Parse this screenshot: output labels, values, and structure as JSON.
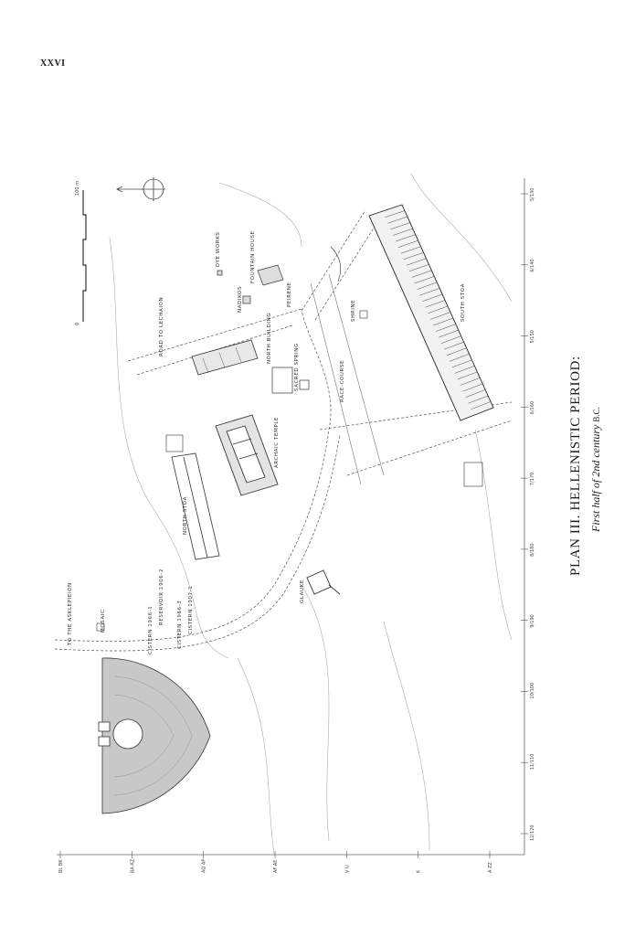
{
  "page": {
    "number": "XXVI"
  },
  "caption": {
    "title": "PLAN III. HELLENISTIC PERIOD:",
    "subtitle_main": "First half of 2nd century",
    "subtitle_era": "B.C."
  },
  "plan": {
    "scale_label": "100 m",
    "scale_zero": "0",
    "labels": {
      "to_asklepieion": "TO THE ASKLEPIEION",
      "mosaic": "MOSAIC",
      "cistern_1966_1": "CISTERN 1966-1",
      "reservoir": "RESERVOIR 1906-2",
      "cistern_1966_3": "CISTERN 1966-3",
      "cistern_1907_1": "CISTERN 1907-1",
      "north_stoa": "NORTH STOA",
      "archaic_temple": "ARCHAIC TEMPLE",
      "sacred_spring": "SACRED SPRING",
      "north_building": "NORTH BUILDING",
      "road_to_lechaion": "ROAD TO LECHAION",
      "peirene": "PEIRENE",
      "fountain_house": "FOUNTAIN HOUSE",
      "dye_works": "DYE WORKS",
      "nadikos": "NADIKOS",
      "race_course": "RACE-COURSE",
      "shrine": "SHRINE",
      "south_stoa": "SOUTH STOA",
      "glauke": "GLAUKE"
    },
    "grid_ticks_right": [
      "5/130",
      "6/140",
      "5/150",
      "6/160",
      "7/170",
      "8/180",
      "9/190",
      "10/100",
      "11/110",
      "12/120"
    ],
    "grid_ticks_bottom": [
      "BL BK",
      "BA AZ",
      "AQ AP",
      "AF AE",
      "V U",
      "K",
      "A ZZ"
    ]
  }
}
